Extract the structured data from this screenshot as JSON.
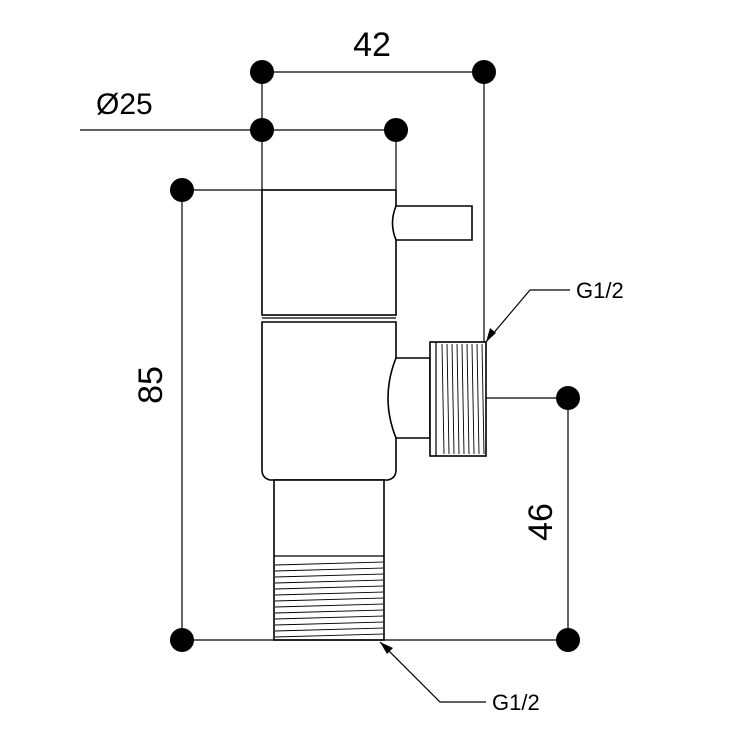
{
  "dimensions": {
    "width_top": "42",
    "diameter": "Ø25",
    "height_total": "85",
    "height_outlet": "46"
  },
  "callouts": {
    "side_thread": "G1/2",
    "bottom_thread": "G1/2"
  }
}
